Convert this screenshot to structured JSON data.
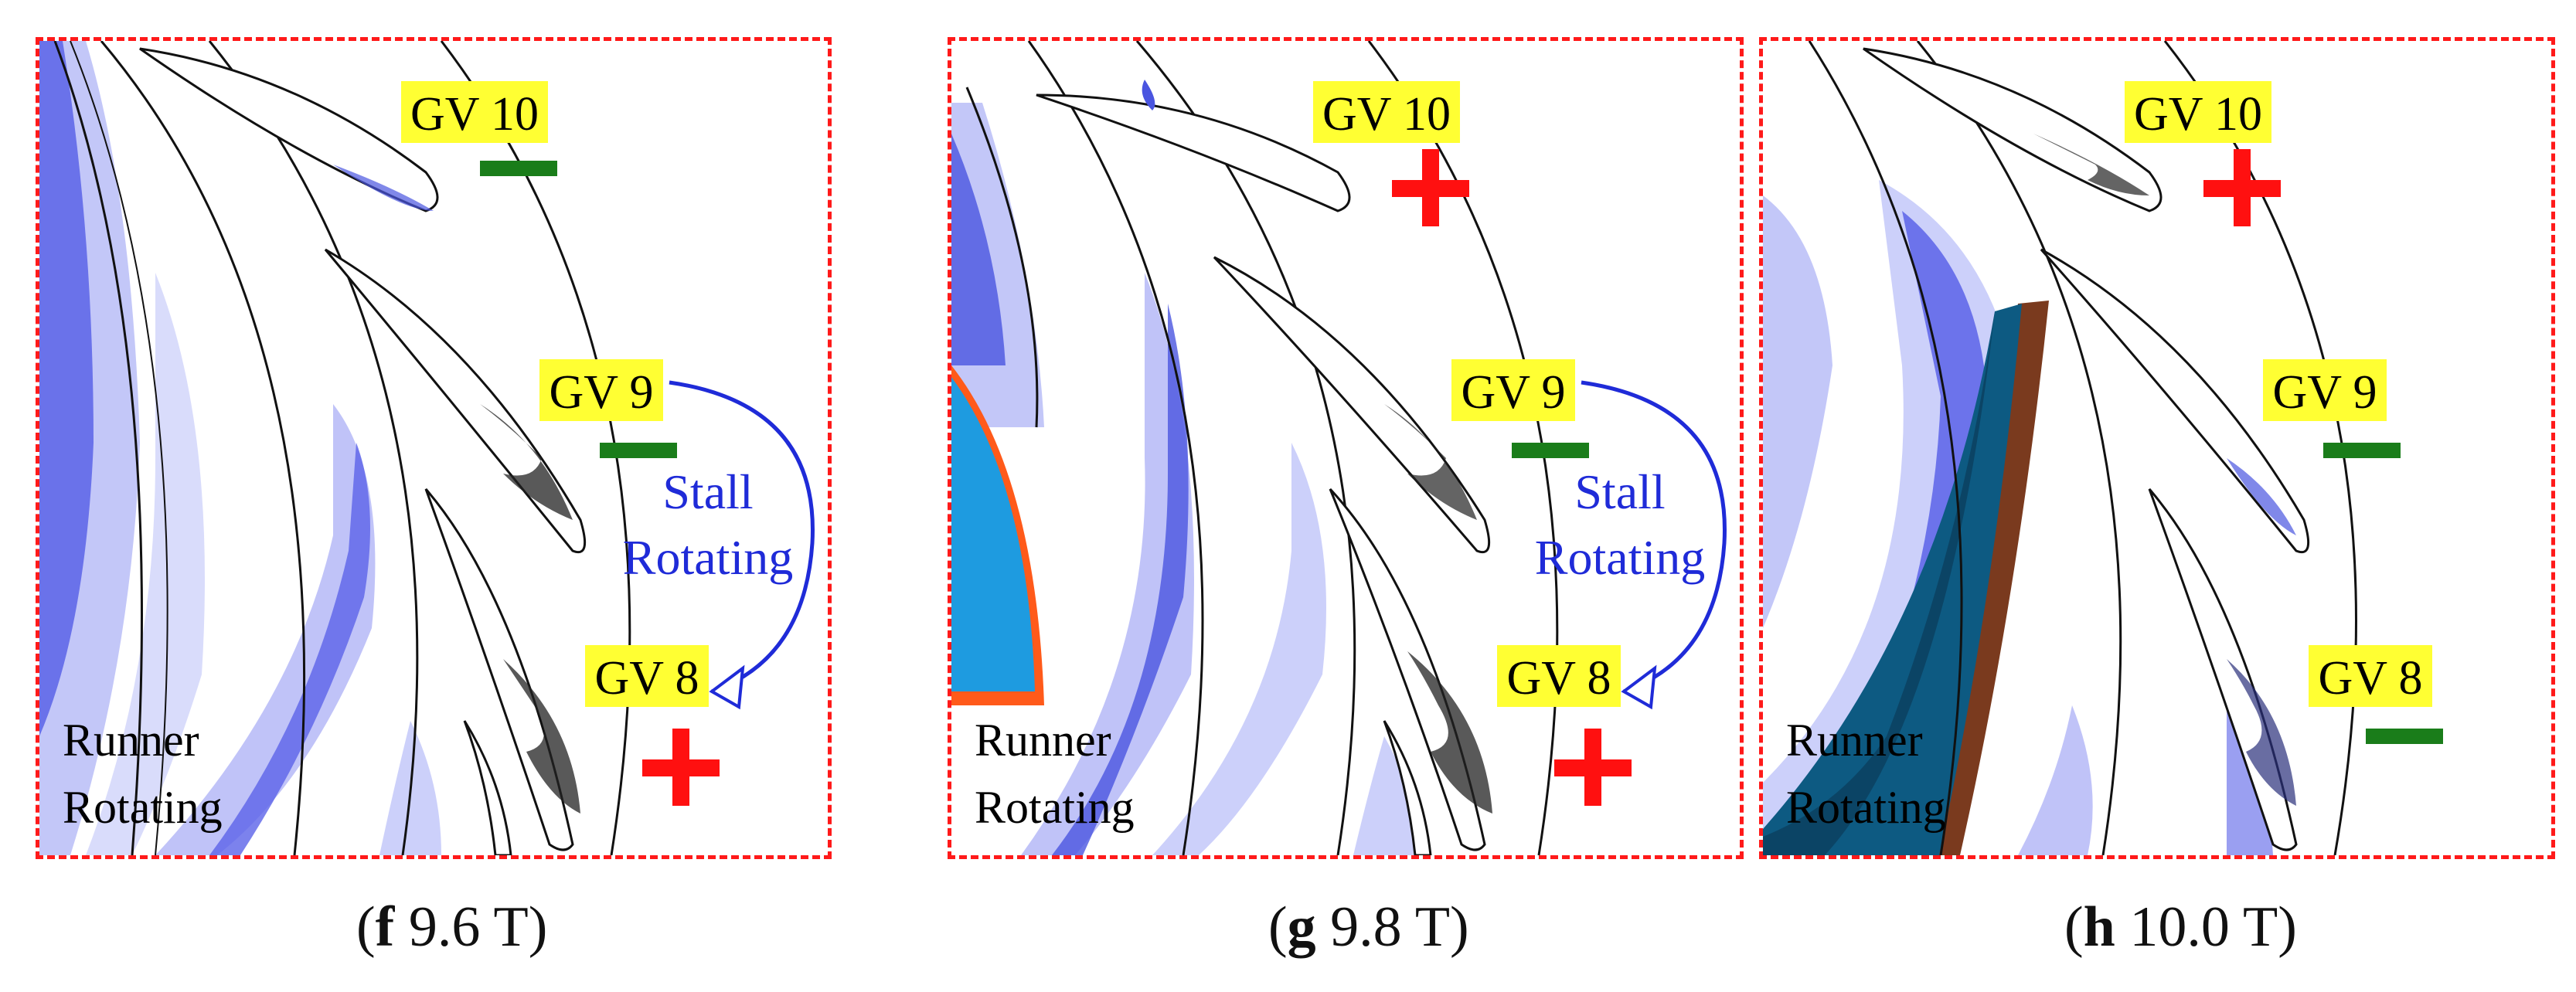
{
  "panels": [
    {
      "id": "f",
      "caption_letter": "f",
      "caption_rest": " 9.6 T",
      "labels": {
        "gv10": "GV 10",
        "gv9": "GV 9",
        "gv8": "GV 8"
      },
      "signs": {
        "gv10": "−",
        "gv9": "−",
        "gv8": "+"
      },
      "stall_line1": "Stall",
      "stall_line2": "Rotating",
      "runner_line1": "Runner",
      "runner_line2": "Rotating"
    },
    {
      "id": "g",
      "caption_letter": "g",
      "caption_rest": " 9.8 T",
      "labels": {
        "gv10": "GV 10",
        "gv9": "GV 9",
        "gv8": "GV 8"
      },
      "signs": {
        "gv10": "+",
        "gv9": "−",
        "gv8": "+"
      },
      "stall_line1": "Stall",
      "stall_line2": "Rotating",
      "runner_line1": "Runner",
      "runner_line2": "Rotating"
    },
    {
      "id": "h",
      "caption_letter": "h",
      "caption_rest": " 10.0 T",
      "labels": {
        "gv10": "GV 10",
        "gv9": "GV 9",
        "gv8": "GV 8"
      },
      "signs": {
        "gv10": "+",
        "gv9": "−",
        "gv8": "−"
      },
      "runner_line1": "Runner",
      "runner_line2": "Rotating"
    }
  ],
  "colors": {
    "frame": "#ff1a1a",
    "label_bg": "#ffff33",
    "plus": "#ff1010",
    "minus": "#1a7d1a",
    "contour": "#4a55e0",
    "arrow": "#1f2bd8"
  }
}
